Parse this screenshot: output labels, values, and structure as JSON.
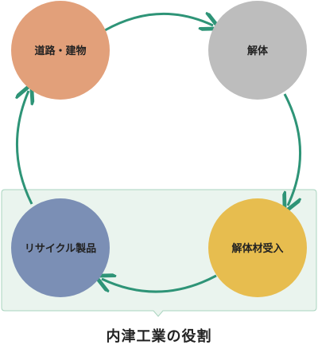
{
  "nodes": {
    "roads_buildings": {
      "label": "道路・建物",
      "color": "#e2a07a"
    },
    "demolition": {
      "label": "解体",
      "color": "#bdbdbd"
    },
    "demolition_material_intake": {
      "label": "解体材受入",
      "color": "#e7bd4f"
    },
    "recycled_products": {
      "label": "リサイクル製品",
      "color": "#7b8fb5"
    }
  },
  "highlight_box": {
    "fill": "#eaf4ee",
    "border": "#a9d4bf"
  },
  "arrow_color": "#2e9477",
  "caption": "内津工業の役割"
}
